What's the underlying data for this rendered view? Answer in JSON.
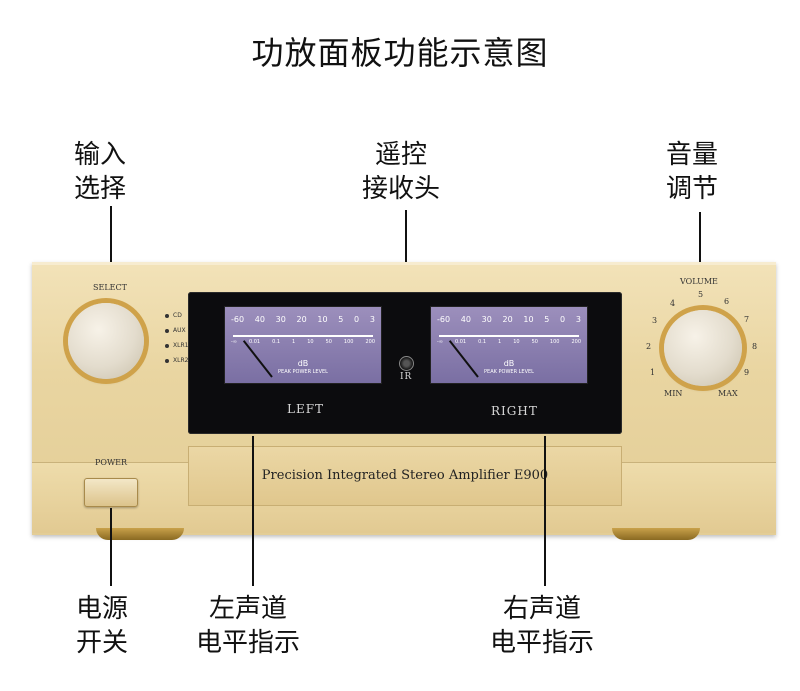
{
  "title": "功放面板功能示意图",
  "callouts": {
    "input_select": [
      "输入",
      "选择"
    ],
    "ir_receiver": [
      "遥控",
      "接收头"
    ],
    "volume": [
      "音量",
      "调节"
    ],
    "power": [
      "电源",
      "开关"
    ],
    "left_meter": [
      "左声道",
      "电平指示"
    ],
    "right_meter": [
      "右声道",
      "电平指示"
    ]
  },
  "amplifier": {
    "select_label": "SELECT",
    "inputs": [
      "CD",
      "AUX",
      "XLR1",
      "XLR2"
    ],
    "volume_label": "VOLUME",
    "volume_min": "MIN",
    "volume_max": "MAX",
    "volume_scale": [
      "1",
      "2",
      "3",
      "4",
      "5",
      "6",
      "7",
      "8",
      "9"
    ],
    "power_label": "POWER",
    "ir_label": "IR",
    "left_label": "LEFT",
    "right_label": "RIGHT",
    "model_text": "Precision Integrated Stereo Amplifier E900",
    "meter_scale": [
      "-60",
      "40",
      "30",
      "20",
      "10",
      "5",
      "0",
      "3"
    ],
    "meter_sub_scale": [
      "-∞",
      "0.01",
      "0.1",
      "1",
      "10",
      "50",
      "100",
      "200"
    ],
    "meter_unit": "dB",
    "meter_caption": "PEAK POWER LEVEL"
  },
  "colors": {
    "chassis": "#e9d5a1",
    "knob_ring": "#cfa24a",
    "meter_face": "#8a7fb0"
  }
}
